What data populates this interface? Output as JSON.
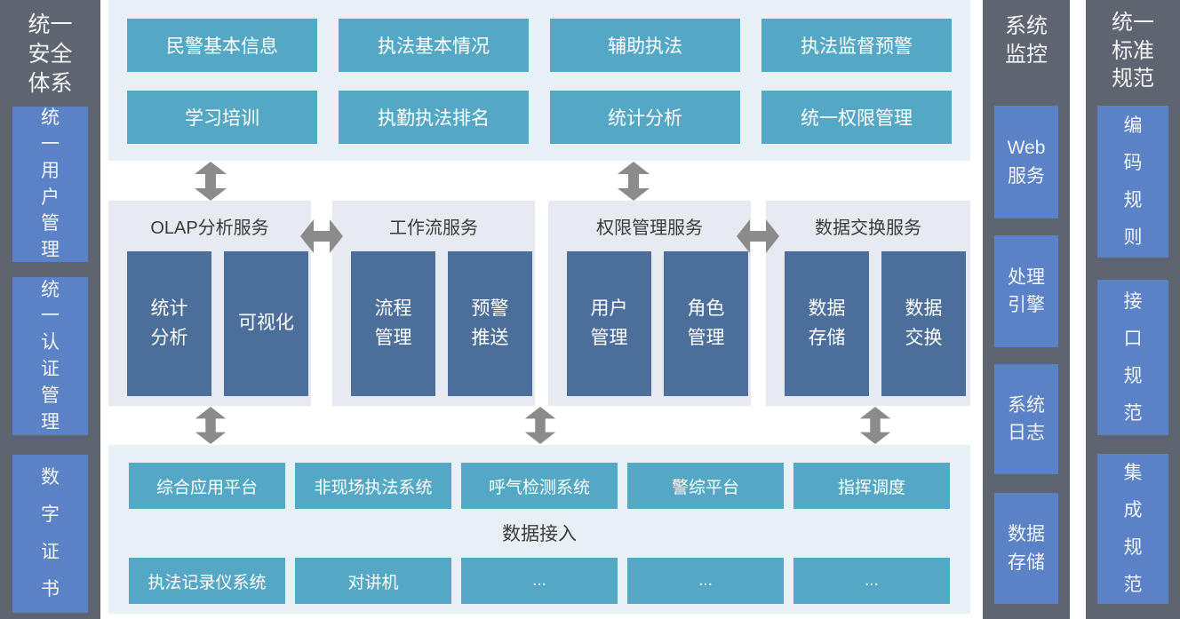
{
  "colors": {
    "teal_block": "#55a8c5",
    "teal_section_bg": "#e7f1f5",
    "panel_bg": "#e8eaf2",
    "navy_module": "#4c6e9b",
    "dark_column_bg": "#5e6570",
    "blue_box": "#5b82c6",
    "arrow_gray": "#8b8b8b",
    "dark_text": "#3a3a3a",
    "white_text": "#ffffff"
  },
  "left_sidebar": {
    "title": "统一\n安全\n体系",
    "items": [
      "统一用户管理",
      "统一认证管理",
      "数字证书"
    ]
  },
  "app_layer": {
    "buttons": [
      "民警基本信息",
      "执法基本情况",
      "辅助执法",
      "执法监督预警",
      "学习培训",
      "执勤执法排名",
      "统计分析",
      "统一权限管理"
    ]
  },
  "service_layer": {
    "panels": [
      {
        "title": "OLAP分析服务",
        "modules": [
          "统计\n分析",
          "可视化"
        ]
      },
      {
        "title": "工作流服务",
        "modules": [
          "流程\n管理",
          "预警\n推送"
        ]
      },
      {
        "title": "权限管理服务",
        "modules": [
          "用户\n管理",
          "角色\n管理"
        ]
      },
      {
        "title": "数据交换服务",
        "modules": [
          "数据\n存储",
          "数据\n交换"
        ]
      }
    ]
  },
  "access_layer": {
    "title": "数据接入",
    "row1": [
      "综合应用平台",
      "非现场执法系统",
      "呼气检测系统",
      "警综平台",
      "指挥调度"
    ],
    "row2": [
      "执法记录仪系统",
      "对讲机",
      "...",
      "...",
      "..."
    ]
  },
  "monitor_column": {
    "title": "系统\n监控",
    "items": [
      "Web\n服务",
      "处理\n引擎",
      "系统\n日志",
      "数据\n存储"
    ]
  },
  "standards_column": {
    "title": "统一\n标准\n规范",
    "items": [
      "编码规则",
      "接口规范",
      "集成规范"
    ]
  }
}
